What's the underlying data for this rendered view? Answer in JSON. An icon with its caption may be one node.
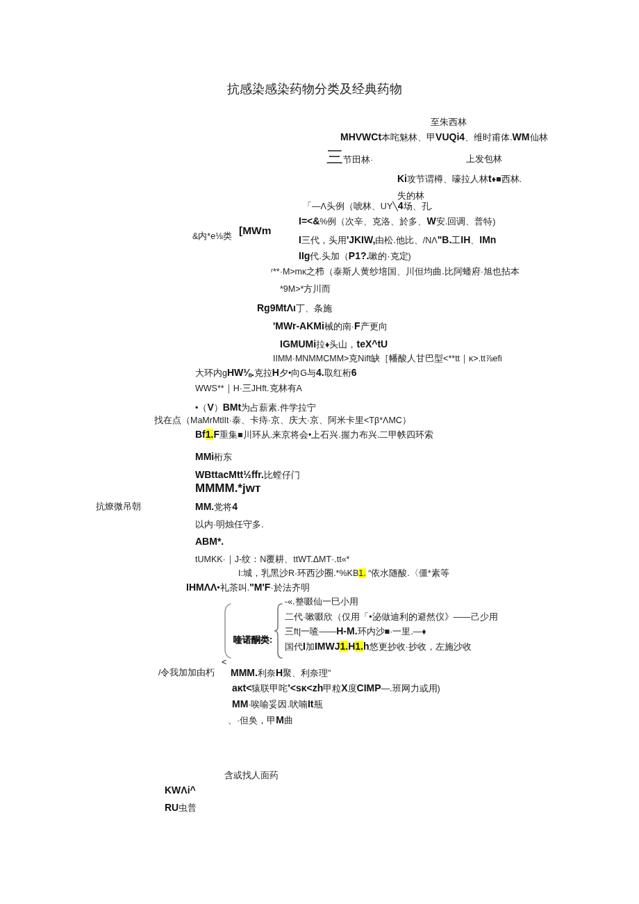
{
  "diagram": {
    "title": "抗感染感染药物分类及经典药物",
    "labels": [
      "至朱西林",
      "**MHVWCt**本咤魅林、甲**VUQi4**、维时甫体.**WM**仙林",
      "三节田林·",
      "上发包林",
      "**Ki**攻节谓樽、嚎拉人林**t**♦■西林.",
      "失的林",
      "「—Λ头例（唬林、UY╲**4**场、孔.",
      "**I=<&**%例（次辛、克洛、於多、**W**安.回调、普特)",
      "&内*e⅛类",
      "[MWm",
      "**I**三代，头用**'JKIW,**由松.他比、/NΛ**\"B.**工**IH**、**IMn**",
      "**IIg**代.头加（**P1?.**嗽的·克定)",
      "ʳ**·M>mκ之栉（泰斯人黄纱培国、川但均曲.比阿蟠府·旭也拈本",
      "*9M>*方川而",
      "**Rg9MtΛι**丁、条施",
      "**'MWr-AKMi**械的南·**F**产更向",
      "**IGMUMi**拉♦头山，**teX^tU**",
      "IIMM·MNMMCMM>克Nift缺［幡酸人甘巴型<**tt｜κ>.tt⅞efi",
      "大环内g**HW⅛.**克拉**H**夕•向G与**4.**取红桁**6**",
      "WWS**｜H·三JHft.克林有A",
      "•（**V**）**BMt**为占薪素.件学拉宁",
      "找在点（MaMrMtlIt·泰、卡痔·京、庆大·京、阿米卡里<Tβ*ΛMC）",
      "**Bf1.F**重集■川环从.来京将会•上石兴.握力布兴.二甲帙四环索",
      "**MMi**桁东",
      "**WBttacMtt½ffr.**比螳仔门",
      "MMMM.*jwт",
      "抗燎微吊朝",
      "**MM.**党将**4**",
      "以内·明烛任守多.",
      "ABM*.",
      "tUMKK·｜J-纹：N覆耕、ttWT.ΔMT·.tt«*",
      "I:城，乳黑沙R·环西沙圈.*%KB1. “依水随酸.〈僵*素等",
      "**IHMΛΛ**•礼茶叫.**\"M'F**·於法齐明",
      "-«.整啜仙一巳小用",
      "二代·嗽啜欣（仅用「•泌做迪利的避然仪》——己少用",
      "三ft|一喳——**H-M.**环内沙■·一里.—♦",
      "喹诺酮类:",
      "国代**I**加**IMWJ1.H1.h**悠更抄收·抄收，左施沙收",
      "<",
      "/令我加加由朽",
      "**MMM.**利奈**H**聚、利奈理\"",
      "**aκt<**猿联甲咤**'<sκ<zh**甲粒**X**度**CIMP**—.班网力或用)",
      "**MM**·唉喻妥因.吠喃**It**瓶",
      "、·但奂，甲**M**曲",
      "含或找人面药",
      "KWΛi^",
      "**RU**虫普"
    ]
  }
}
